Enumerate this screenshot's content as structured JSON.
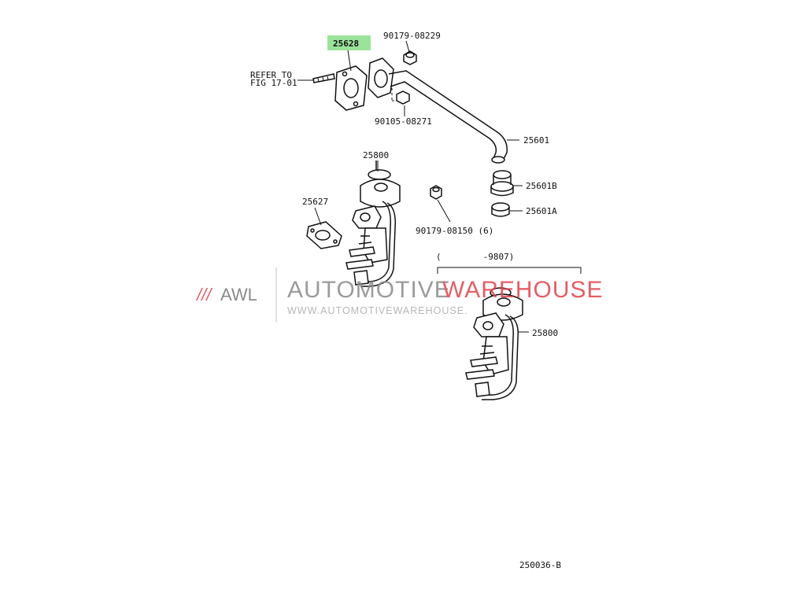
{
  "diagram": {
    "highlight_color": "#9be39b",
    "callouts": {
      "gasket_highlighted": "25628",
      "nut_top": "90179-08229",
      "refer_line1": "REFER TO",
      "refer_line2": "FIG 17-01",
      "bolt": "90105-08271",
      "pipe": "25601",
      "valve_upper": "25800",
      "grommet_b": "25601B",
      "gasket_lower": "25627",
      "nut_lower": "90179-08150 (6)",
      "grommet_a": "25601A",
      "date_range": "(        -9807)",
      "valve_lower": "25800",
      "figure_code": "250036-B"
    }
  },
  "watermark": {
    "slashes": "///",
    "short": "AWL",
    "brand_part1": "AUTOMOTIVE",
    "brand_part2": "WAREHOUSE",
    "url": "WWW.AUTOMOTIVEWAREHOUSE.",
    "color_gray": "#8a8a8a",
    "color_red": "#e0434d"
  }
}
